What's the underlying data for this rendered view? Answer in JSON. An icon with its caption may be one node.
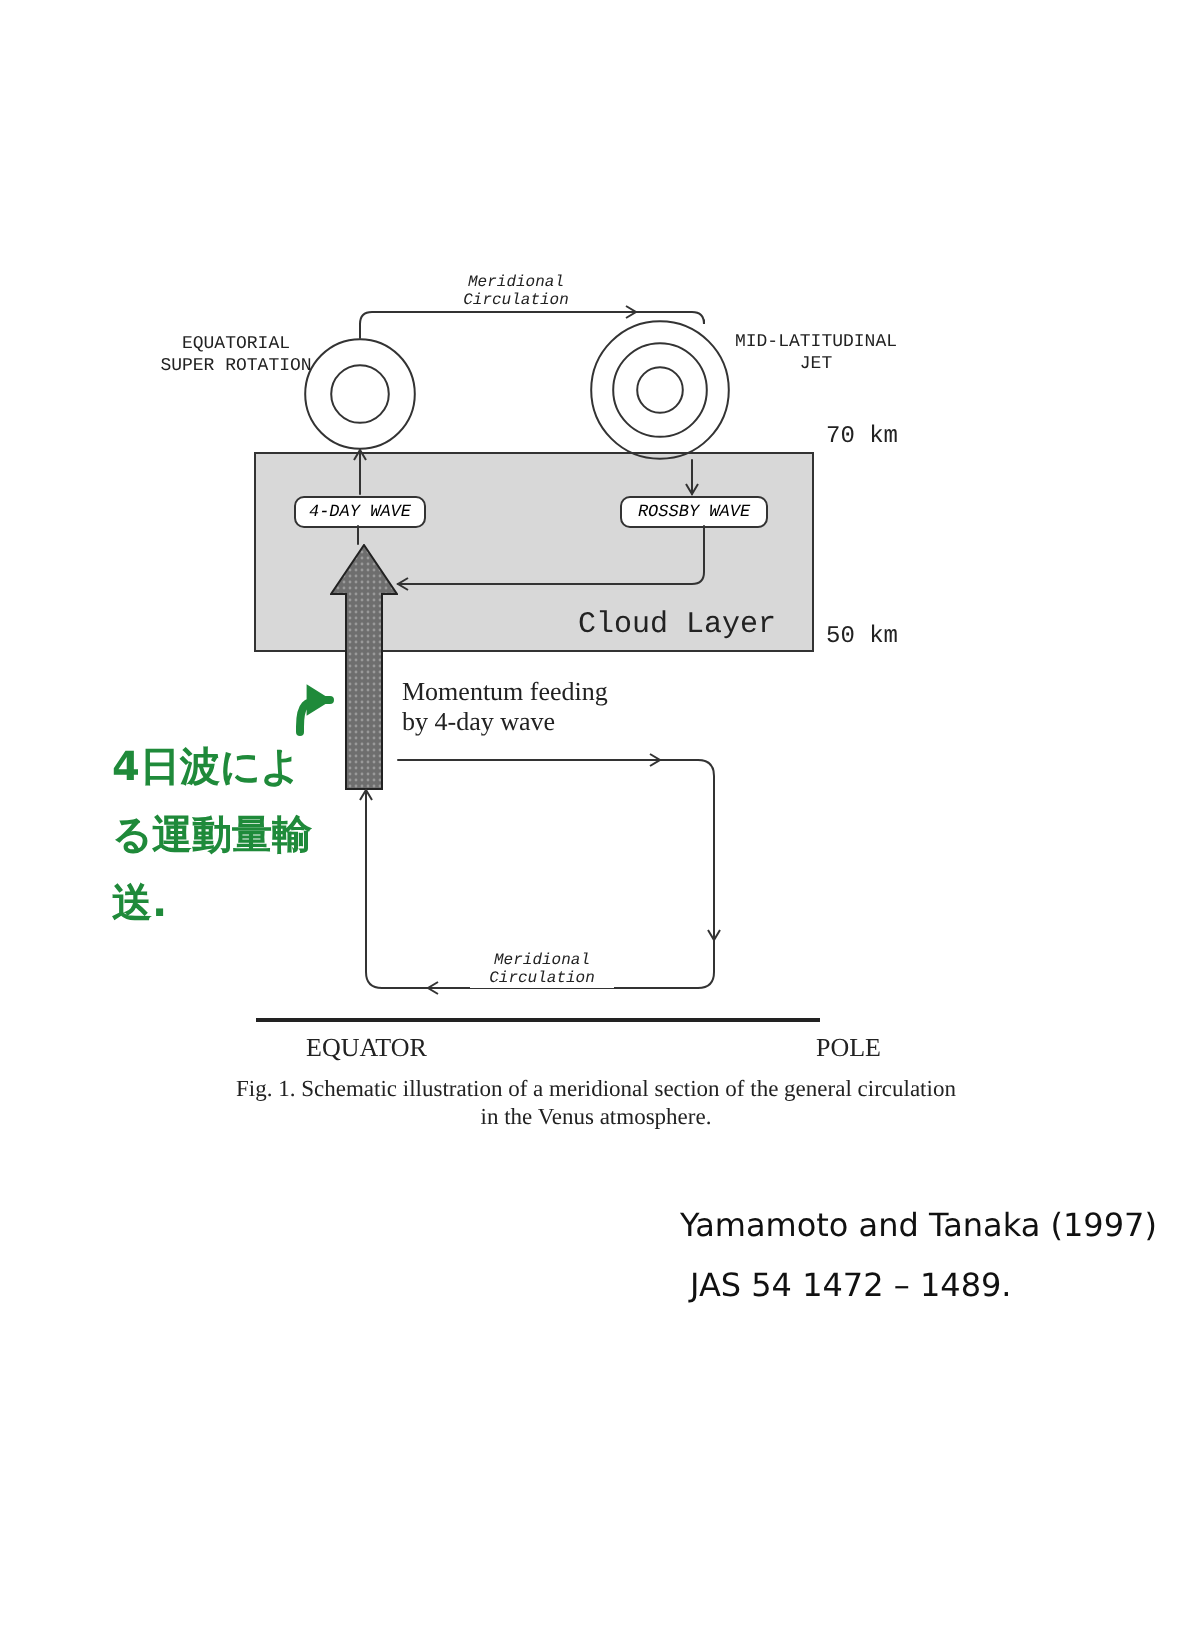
{
  "diagram": {
    "caption": "Fig. 1. Schematic illustration of a meridional section of the general circulation in the Venus atmosphere.",
    "nodes": [
      {
        "text": [
          "Cloud Layer"
        ]
      },
      {
        "text": [
          "4-DAY WAVE"
        ],
        "in": 0
      },
      {
        "text": [
          "ROSSBY WAVE"
        ],
        "in": 0
      },
      {
        "text": [
          "EQUATORIAL SUPER ROTATION"
        ]
      },
      {
        "text": [
          "MID-LATITUDINAL JET"
        ]
      },
      {
        "text": [],
        "shape": "bar",
        "beside": [
          "Momentum feeding by 4-day wave"
        ]
      },
      {
        "text": [
          "4日波による運動量輸送."
        ]
      }
    ],
    "edges": [
      {
        "from": 5,
        "to": 1,
        "arrow": "none"
      },
      {
        "from": 1,
        "to": 3,
        "arrow": "to"
      },
      {
        "from": 3,
        "to": 4,
        "arrow": "to",
        "label": "Meridional Circulation"
      },
      {
        "from": 4,
        "to": 2,
        "arrow": "to"
      },
      {
        "from": 2,
        "to": 5,
        "arrow": "to"
      },
      {
        "from": 5,
        "to": 5,
        "arrow": "to",
        "label": "Meridional Circulation"
      },
      {
        "from": 6,
        "to": 5,
        "arrow": "to",
        "style": "thick",
        "color": "#1f8a3a"
      }
    ],
    "labels": [
      "70 km",
      "50 km",
      "EQUATOR",
      "POLE",
      "Yamamoto and Tanaka (1997)",
      "JAS 54 1472 – 1489."
    ]
  }
}
